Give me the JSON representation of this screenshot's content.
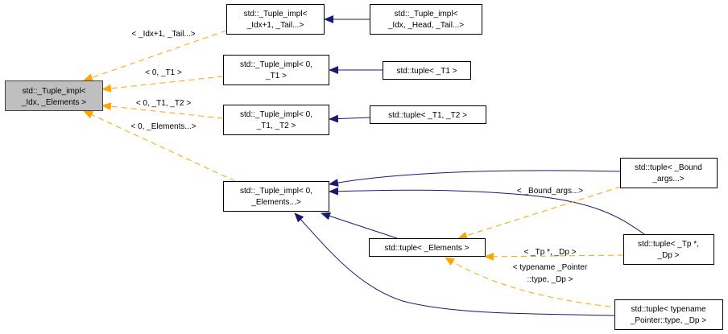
{
  "colors": {
    "base_fill": "#bfbfbf",
    "inheritance_edge": "#191970",
    "template_edge": "#ffa500"
  },
  "nodes": {
    "base": [
      "std::_Tuple_impl<",
      "_Idx, _Elements >"
    ],
    "impl_idx1_tail": [
      "std::_Tuple_impl<",
      "_Idx+1, _Tail...>"
    ],
    "impl_idx_head_tail": [
      "std::_Tuple_impl<",
      "_Idx, _Head, _Tail...>"
    ],
    "impl_0_t1": [
      "std::_Tuple_impl< 0,",
      "_T1 >"
    ],
    "tuple_t1": [
      "std::tuple< _T1 >"
    ],
    "impl_0_t1_t2": [
      "std::_Tuple_impl< 0,",
      "_T1, _T2 >"
    ],
    "tuple_t1_t2": [
      "std::tuple< _T1, _T2 >"
    ],
    "impl_0_elements": [
      "std::_Tuple_impl< 0,",
      "_Elements...>"
    ],
    "tuple_elements": [
      "std::tuple< _Elements >"
    ],
    "tuple_bound_args": [
      "std::tuple< _Bound",
      "_args...>"
    ],
    "tuple_tp_dp": [
      "std::tuple< _Tp *,",
      "_Dp >"
    ],
    "tuple_pointer_dp": [
      "std::tuple< typename",
      "_Pointer::type, _Dp >"
    ]
  },
  "edge_labels": {
    "idx1_tail": [
      "< _Idx+1, _Tail...>"
    ],
    "zero_t1": [
      "< 0, _T1 >"
    ],
    "zero_t1_t2": [
      "< 0, _T1, _T2 >"
    ],
    "zero_elements": [
      "< 0, _Elements...>"
    ],
    "bound_args": [
      "< _Bound_args...>"
    ],
    "tp_dp": [
      "< _Tp *, _Dp >"
    ],
    "pointer_dp": [
      "< typename _Pointer",
      "::type, _Dp >"
    ]
  }
}
